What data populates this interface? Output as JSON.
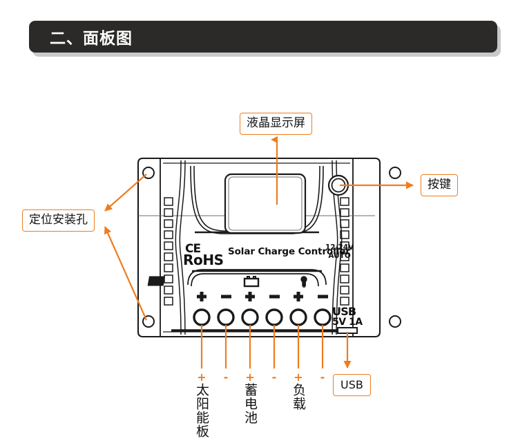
{
  "section": {
    "heading": "二、面板图"
  },
  "colors": {
    "accent_orange": "#ef7c1d",
    "header_bar": "#2b2a29",
    "header_shadow": "#c9c9c9",
    "line_black": "#1a1a1a",
    "page_background": "#ffffff"
  },
  "callouts": {
    "lcd": {
      "label": "液晶显示屏"
    },
    "button": {
      "label": "按键"
    },
    "mount_hole": {
      "label": "定位安装孔"
    },
    "usb": {
      "label": "USB"
    }
  },
  "device": {
    "name": "Solar Charge Controller",
    "certification_ce": "CE",
    "certification_rohs": "RoHS",
    "voltage_line1": "12/24V",
    "voltage_line2": "AUTO",
    "usb_port_label": "USB",
    "usb_port_rating": "5V 1A",
    "icons": [
      {
        "name": "solar-panel-icon",
        "meaning": "solar panel input"
      },
      {
        "name": "battery-icon",
        "meaning": "battery"
      },
      {
        "name": "lamp-icon",
        "meaning": "load / lamp"
      }
    ],
    "terminals": [
      {
        "polarity": "+",
        "group": "solar"
      },
      {
        "polarity": "-",
        "group": "solar"
      },
      {
        "polarity": "+",
        "group": "battery"
      },
      {
        "polarity": "-",
        "group": "battery"
      },
      {
        "polarity": "+",
        "group": "load"
      },
      {
        "polarity": "-",
        "group": "load"
      }
    ]
  },
  "terminal_labels": [
    {
      "text": "太阳能板",
      "plus": "+",
      "minus": "-"
    },
    {
      "text": "蓄电池",
      "plus": "+",
      "minus": "-"
    },
    {
      "text": "负载",
      "plus": "+",
      "minus": "-"
    }
  ],
  "polarity_signs": {
    "solar_plus": "+",
    "solar_minus": "-",
    "battery_plus": "+",
    "battery_minus": "-",
    "load_plus": "+",
    "load_minus": "-"
  }
}
